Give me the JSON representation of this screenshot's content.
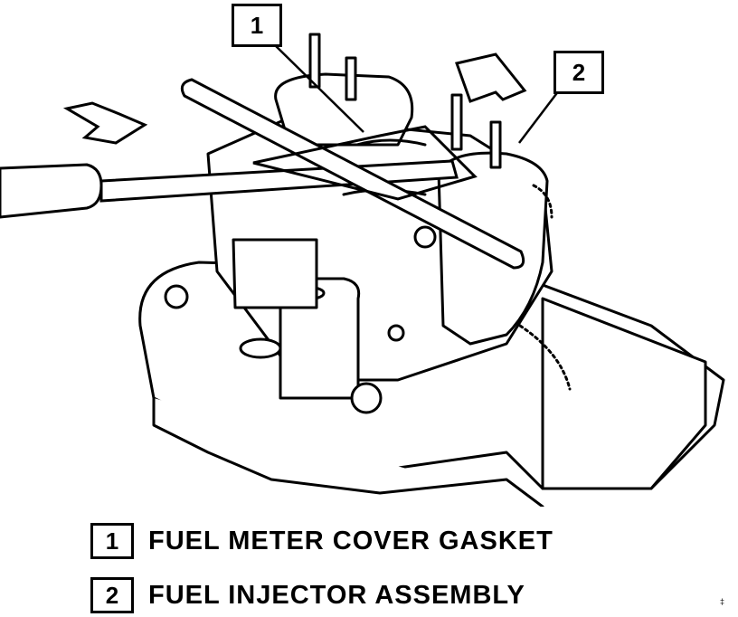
{
  "callouts": [
    {
      "number": "1"
    },
    {
      "number": "2"
    }
  ],
  "legend": [
    {
      "number": "1",
      "label": "FUEL METER COVER GASKET"
    },
    {
      "number": "2",
      "label": "FUEL INJECTOR ASSEMBLY"
    }
  ],
  "corner_mark": "‡"
}
